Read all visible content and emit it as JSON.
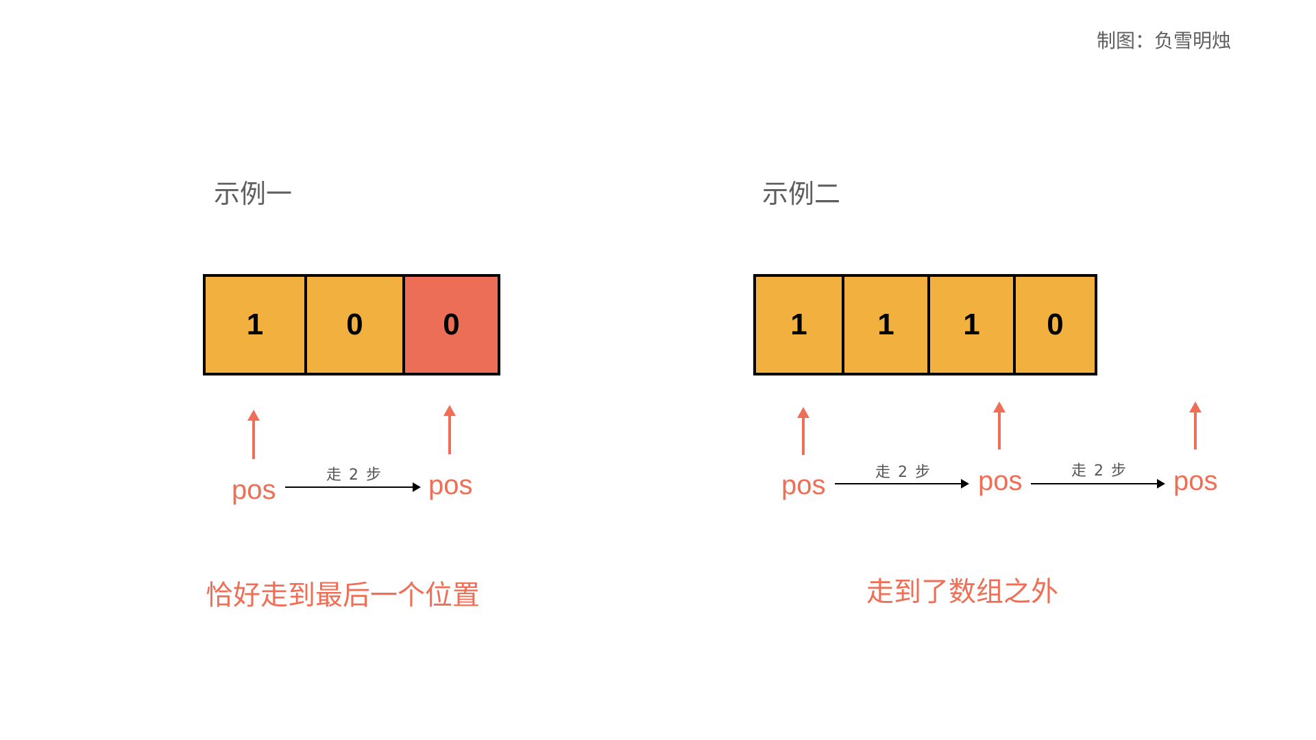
{
  "credit": "制图：负雪明烛",
  "colors": {
    "cell_fill": "#F2B13F",
    "cell_highlight": "#EC6E57",
    "accent_text": "#EE6E56",
    "gray_text": "#5E5E5E"
  },
  "examples": [
    {
      "title": "示例一",
      "array": [
        {
          "value": "1",
          "highlight": false
        },
        {
          "value": "0",
          "highlight": false
        },
        {
          "value": "0",
          "highlight": true
        }
      ],
      "pointers": [
        {
          "label": "pos"
        },
        {
          "label": "pos"
        }
      ],
      "steps": [
        {
          "label": "走 2 步"
        }
      ],
      "caption": "恰好走到最后一个位置"
    },
    {
      "title": "示例二",
      "array": [
        {
          "value": "1",
          "highlight": false
        },
        {
          "value": "1",
          "highlight": false
        },
        {
          "value": "1",
          "highlight": false
        },
        {
          "value": "0",
          "highlight": false
        }
      ],
      "pointers": [
        {
          "label": "pos"
        },
        {
          "label": "pos"
        },
        {
          "label": "pos"
        }
      ],
      "steps": [
        {
          "label": "走 2 步"
        },
        {
          "label": "走 2 步"
        }
      ],
      "caption": "走到了数组之外"
    }
  ]
}
